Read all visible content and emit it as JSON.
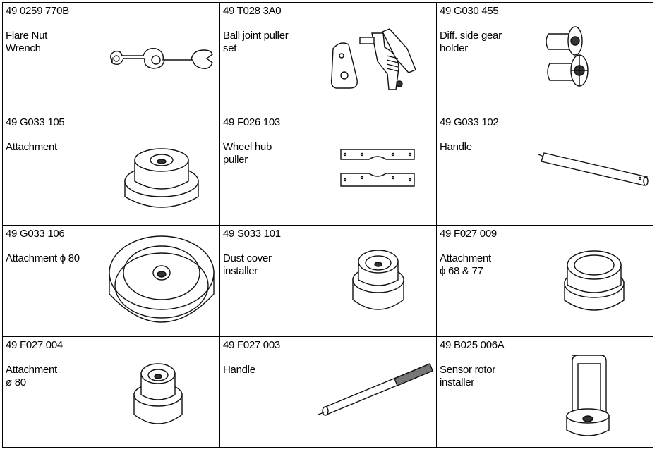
{
  "tools": [
    {
      "part_number": "49 0259 770B",
      "description": "Flare Nut\nWrench",
      "icon": "flare-nut-wrench-icon"
    },
    {
      "part_number": "49 T028 3A0",
      "description": "Ball joint puller\nset",
      "icon": "ball-joint-puller-icon"
    },
    {
      "part_number": "49 G030 455",
      "description": "Diff. side gear\nholder",
      "icon": "side-gear-holder-icon"
    },
    {
      "part_number": "49 G033 105",
      "description": "Attachment",
      "icon": "attachment-icon"
    },
    {
      "part_number": "49 F026 103",
      "description": "Wheel hub\npuller",
      "icon": "wheel-hub-puller-icon"
    },
    {
      "part_number": "49 G033 102",
      "description": "Handle",
      "icon": "handle-icon"
    },
    {
      "part_number": "49 G033 106",
      "description": "Attachment ϕ 80",
      "icon": "attachment-large-icon"
    },
    {
      "part_number": "49 S033 101",
      "description": "Dust cover\ninstaller",
      "icon": "dust-cover-installer-icon"
    },
    {
      "part_number": "49 F027 009",
      "description": "Attachment\nϕ 68 & 77",
      "icon": "attachment-icon"
    },
    {
      "part_number": "49 F027 004",
      "description": "Attachment\nø 80",
      "icon": "attachment-icon"
    },
    {
      "part_number": "49 F027 003",
      "description": "Handle",
      "icon": "knurled-handle-icon"
    },
    {
      "part_number": "49 B025 006A",
      "description": "Sensor rotor\ninstaller",
      "icon": "sensor-rotor-installer-icon"
    }
  ]
}
